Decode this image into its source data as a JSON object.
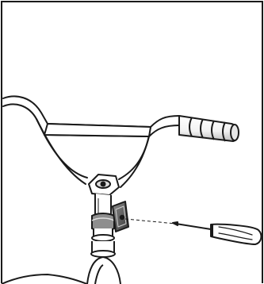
{
  "figure": {
    "description_label": "",
    "colors": {
      "ink": "#1a1a1a",
      "paper": "#ffffff",
      "shade": "#cfcfcf",
      "dark": "#555555"
    },
    "parts": [
      "handlebar",
      "handlebar-grip",
      "handlebar-crossbar",
      "stem",
      "stem-clamp",
      "reflector-bracket",
      "reflector",
      "headset-tube",
      "frame-top",
      "screwdriver",
      "guide-dashed-line"
    ]
  }
}
